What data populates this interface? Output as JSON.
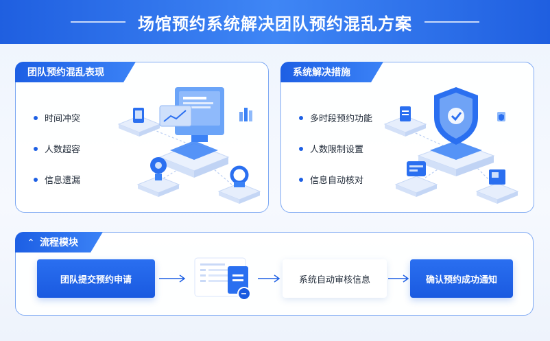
{
  "header": {
    "title": "场馆预约系统解决团队预约混乱方案"
  },
  "left_panel": {
    "title": "团队预约混乱表现",
    "items": [
      "时间冲突",
      "人数超容",
      "信息遗漏"
    ]
  },
  "right_panel": {
    "title": "系统解决措施",
    "items": [
      "多时段预约功能",
      "人数限制设置",
      "信息自动核对"
    ]
  },
  "flow_panel": {
    "title": "流程模块",
    "steps": [
      "团队提交预约申请",
      "系统自动审核信息",
      "确认预约成功通知"
    ]
  },
  "colors": {
    "primary": "#1d5fe4",
    "accent": "#3b82f6",
    "border": "#7ea9f3"
  }
}
